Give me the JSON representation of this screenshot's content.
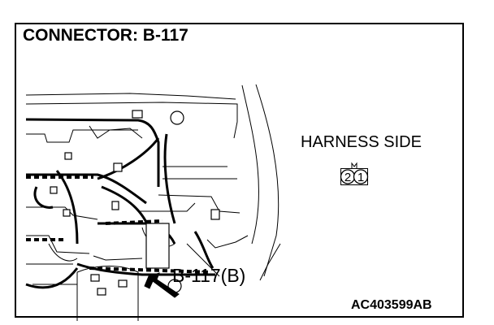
{
  "title": "CONNECTOR: B-117",
  "harness_label": "HARNESS SIDE",
  "connector_pins": [
    "2",
    "1"
  ],
  "callout_label": "B-117(B)",
  "figure_code": "AC403599AB"
}
